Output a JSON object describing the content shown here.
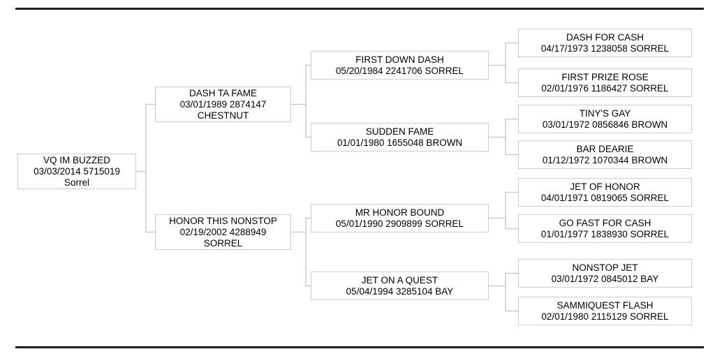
{
  "pedigree": {
    "nodes": [
      {
        "id": "vq-im-buzzed",
        "generation": 1,
        "name": "VQ IM BUZZED",
        "details": "03/03/2014 5715019",
        "coat": "Sorrel"
      },
      {
        "id": "dash-ta-fame",
        "generation": 2,
        "name": "DASH TA FAME",
        "details": "03/01/1989 2874147",
        "coat": "CHESTNUT"
      },
      {
        "id": "honor-this-nonstop",
        "generation": 2,
        "name": "HONOR THIS NONSTOP",
        "details": "02/19/2002 4288949",
        "coat": "SORREL"
      },
      {
        "id": "first-down-dash",
        "generation": 3,
        "name": "FIRST DOWN DASH",
        "details": "05/20/1984 2241706 SORREL"
      },
      {
        "id": "sudden-fame",
        "generation": 3,
        "name": "SUDDEN FAME",
        "details": "01/01/1980 1655048 BROWN"
      },
      {
        "id": "mr-honor-bound",
        "generation": 3,
        "name": "MR HONOR BOUND",
        "details": "05/01/1990 2909899 SORREL"
      },
      {
        "id": "jet-on-a-quest",
        "generation": 3,
        "name": "JET ON A QUEST",
        "details": "05/04/1994 3285104 BAY"
      },
      {
        "id": "dash-for-cash",
        "generation": 4,
        "name": "DASH FOR CASH",
        "details": "04/17/1973 1238058 SORREL"
      },
      {
        "id": "first-prize-rose",
        "generation": 4,
        "name": "FIRST PRIZE ROSE",
        "details": "02/01/1976 1186427 SORREL"
      },
      {
        "id": "tinys-gay",
        "generation": 4,
        "name": "TINY'S GAY",
        "details": "03/01/1972 0856846 BROWN"
      },
      {
        "id": "bar-dearie",
        "generation": 4,
        "name": "BAR DEARIE",
        "details": "01/12/1972 1070344 BROWN"
      },
      {
        "id": "jet-of-honor",
        "generation": 4,
        "name": "JET OF HONOR",
        "details": "04/01/1971 0819065 SORREL"
      },
      {
        "id": "go-fast-for-cash",
        "generation": 4,
        "name": "GO FAST FOR CASH",
        "details": "01/01/1977 1838930 SORREL"
      },
      {
        "id": "nonstop-jet",
        "generation": 4,
        "name": "NONSTOP JET",
        "details": "03/01/1972 0845012 BAY"
      },
      {
        "id": "sammiquest-flash",
        "generation": 4,
        "name": "SAMMIQUEST FLASH",
        "details": "02/01/1980 2115129 SORREL"
      }
    ],
    "colors": {
      "background": "#ffffff",
      "box_border": "#cccccc",
      "connector_line": "#cccccc",
      "horizontal_rule": "#1f1f1f",
      "text": "#000000"
    }
  }
}
